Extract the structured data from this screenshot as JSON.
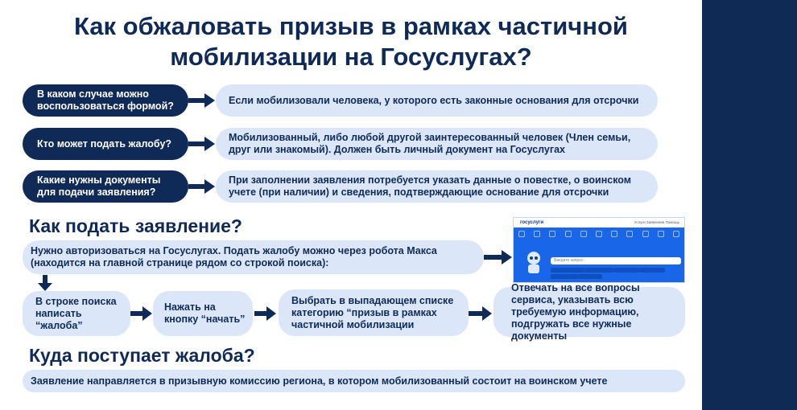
{
  "title": {
    "line1": "Как обжаловать призыв в рамках частичной",
    "line2": "мобилизации на Госуслугах?"
  },
  "faq": [
    {
      "question": "В каком случае можно воспользоваться формой?",
      "answer": "Если мобилизовали человека, у которого есть законные основания для отсрочки"
    },
    {
      "question": "Кто может подать жалобу?",
      "answer": "Мобилизованный, либо любой другой заинтересованный человек (Член семьи, друг или знакомый). Должен быть личный документ на Госуслугах"
    },
    {
      "question": "Какие нужны документы для подачи заявления?",
      "answer": "При заполнении заявления потребуется указать данные о повестке, о воинском учете (при наличии) и сведения, подтверждающие основание для отсрочки"
    }
  ],
  "how_to": {
    "heading": "Как подать заявление?",
    "intro": "Нужно авторизоваться на Госуслугах. Подать жалобу можно через робота Макса (находится на главной странице рядом со строкой поиска):",
    "steps": [
      "В строке поиска написать “жалоба”",
      "Нажать на кнопку “начать”",
      "Выбрать в выпадающем списке категорию “призыв в рамках частичной мобилизации",
      "Отвечать на все вопросы сервиса, указывать всю требуемую информацию, подгружать все нужные документы"
    ]
  },
  "screenshot": {
    "logo": "госуслуги",
    "menu": "Услуги   Заявления   Помощь",
    "search_placeholder": "Введите запрос"
  },
  "where": {
    "heading": "Куда поступает жалоба?",
    "text": "Заявление направляется в призывную комиссию региона, в котором мобилизованный состоит на воинском учете"
  },
  "colors": {
    "navy": "#102a58",
    "light_blue": "#dbe7f8",
    "band": "#0f2a55",
    "portal_blue": "#1a66e8"
  }
}
